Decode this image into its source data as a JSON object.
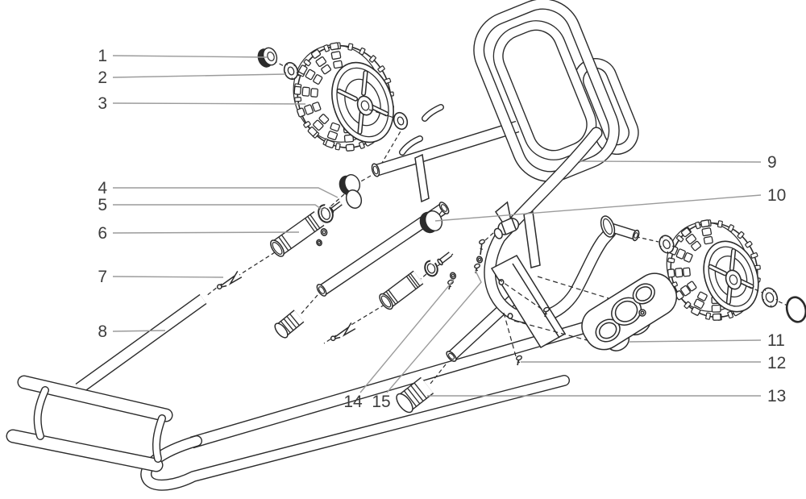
{
  "diagram": {
    "type": "exploded-parts-diagram",
    "subject": "cart-assembly",
    "callouts": [
      {
        "label": "1"
      },
      {
        "label": "2"
      },
      {
        "label": "3"
      },
      {
        "label": "4"
      },
      {
        "label": "5"
      },
      {
        "label": "6"
      },
      {
        "label": "7"
      },
      {
        "label": "8"
      },
      {
        "label": "9"
      },
      {
        "label": "10"
      },
      {
        "label": "11"
      },
      {
        "label": "12"
      },
      {
        "label": "13"
      },
      {
        "label": "14"
      },
      {
        "label": "15"
      }
    ],
    "colors": {
      "line": "#2b2b2b",
      "leader": "#9b9b9b",
      "label": "#3d3d3d",
      "background": "#ffffff"
    }
  }
}
